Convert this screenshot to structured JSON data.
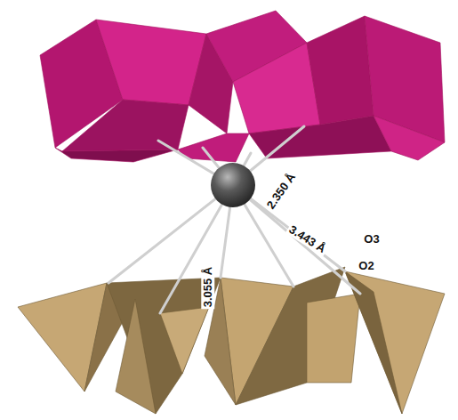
{
  "diagram": {
    "labels": [
      "2.350 Å",
      "O3",
      "3.055 Å",
      "3.443 Å",
      "O2"
    ]
  }
}
